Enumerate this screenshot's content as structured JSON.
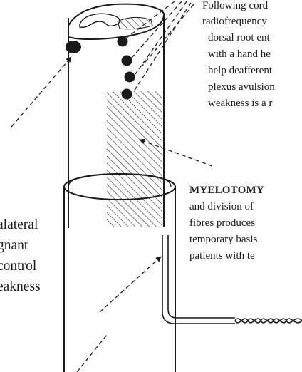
{
  "paragraph_top": {
    "lines": [
      "Following cord",
      "radiofrequency",
      "dorsal root ent",
      "with a hand he",
      "help deafferent",
      "plexus avulsion",
      "weakness is a r"
    ]
  },
  "paragraph_mid": {
    "heading": "MYELOTOMY",
    "lines": [
      "and division of",
      "fibres produces",
      "temporary basis",
      "patients with te"
    ]
  },
  "paragraph_left": {
    "lines": [
      "alateral",
      "gnant",
      "control",
      "eakness"
    ]
  },
  "colors": {
    "ink": "#1a1a1a",
    "lesion_fill": "#1a1a1a",
    "background": "#ffffff"
  }
}
